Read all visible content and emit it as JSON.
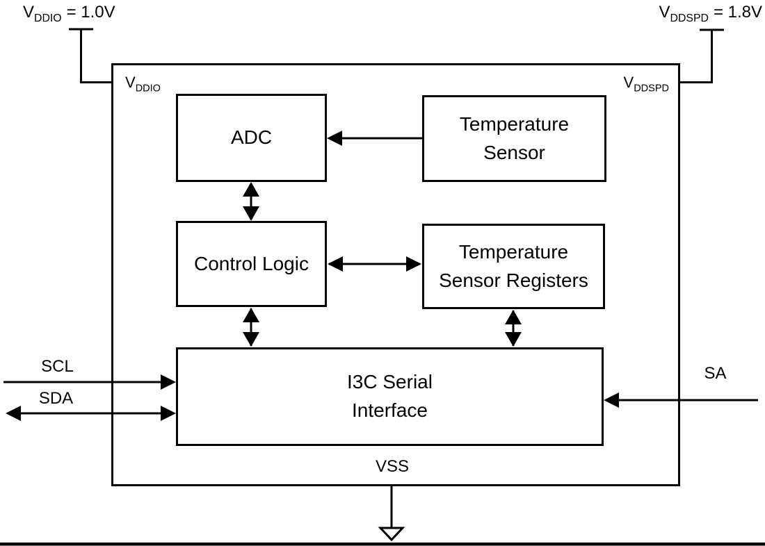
{
  "diagram": {
    "description": "Temperature sensor IC block diagram with I3C serial interface",
    "supplies": {
      "vddio": {
        "base": "V",
        "sub": "DDIO",
        "value": "= 1.0V"
      },
      "vddspd": {
        "base": "V",
        "sub": "DDSPD",
        "value": "= 1.8V"
      }
    },
    "pins": {
      "vddio": {
        "base": "V",
        "sub": "DDIO"
      },
      "vddspd": {
        "base": "V",
        "sub": "DDSPD"
      },
      "scl": "SCL",
      "sda": "SDA",
      "sa": "SA",
      "vss": "VSS"
    },
    "blocks": {
      "adc": "ADC",
      "temp_sensor": "Temperature Sensor",
      "control_logic": "Control Logic",
      "temp_sensor_registers": "Temperature Sensor Registers",
      "i3c_serial_interface": "I3C Serial Interface"
    },
    "connections": [
      {
        "from": "Temperature Sensor",
        "to": "ADC",
        "direction": "one-way"
      },
      {
        "from": "ADC",
        "to": "Control Logic",
        "direction": "bidirectional"
      },
      {
        "from": "Control Logic",
        "to": "Temperature Sensor Registers",
        "direction": "bidirectional"
      },
      {
        "from": "Control Logic",
        "to": "I3C Serial Interface",
        "direction": "bidirectional"
      },
      {
        "from": "Temperature Sensor Registers",
        "to": "I3C Serial Interface",
        "direction": "bidirectional"
      },
      {
        "from": "SCL",
        "to": "I3C Serial Interface",
        "direction": "in"
      },
      {
        "from": "SDA",
        "to": "I3C Serial Interface",
        "direction": "bidirectional"
      },
      {
        "from": "SA",
        "to": "I3C Serial Interface",
        "direction": "in"
      },
      {
        "from": "VSS",
        "to": "ground",
        "direction": "out"
      }
    ],
    "colors": {
      "line": "#000000",
      "background": "#ffffff",
      "text": "#000000"
    }
  }
}
